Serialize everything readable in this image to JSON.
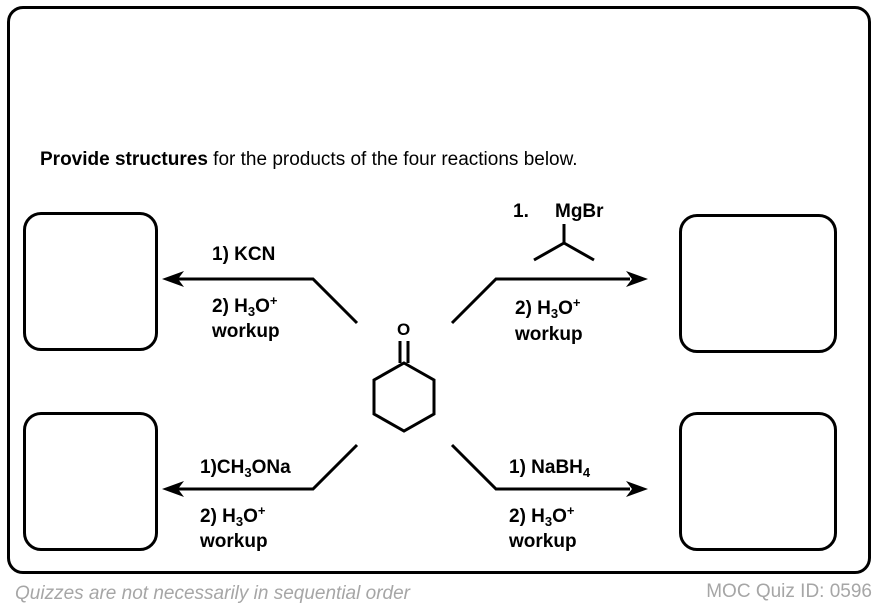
{
  "prompt": {
    "bold": "Provide structures",
    "rest": " for the products of the four reactions below."
  },
  "starting_material": {
    "name": "cyclohexanone",
    "oxygen_label": "O"
  },
  "reactions": {
    "top_left": {
      "step1": "1) KCN",
      "step2_prefix": "2) H",
      "step2_sub": "3",
      "step2_mid": "O",
      "step2_sup": "+",
      "step2_line2": "workup",
      "direction": "left"
    },
    "top_right": {
      "step1_number": "1.",
      "step1_reagent": "MgBr",
      "step1_group": "isopropyl",
      "step2_prefix": "2) H",
      "step2_sub": "3",
      "step2_mid": "O",
      "step2_sup": "+",
      "step2_line2": "workup",
      "direction": "right"
    },
    "bottom_left": {
      "step1_prefix": "1)CH",
      "step1_sub": "3",
      "step1_suffix": "ONa",
      "step2_prefix": "2) H",
      "step2_sub": "3",
      "step2_mid": "O",
      "step2_sup": "+",
      "step2_line2": "workup",
      "direction": "left"
    },
    "bottom_right": {
      "step1_prefix": "1) NaBH",
      "step1_sub": "4",
      "step2_prefix": "2) H",
      "step2_sub": "3",
      "step2_mid": "O",
      "step2_sup": "+",
      "step2_line2": "workup",
      "direction": "right"
    }
  },
  "footer": {
    "left": "Quizzes are not necessarily in sequential order",
    "right": "MOC Quiz ID: 0596"
  }
}
